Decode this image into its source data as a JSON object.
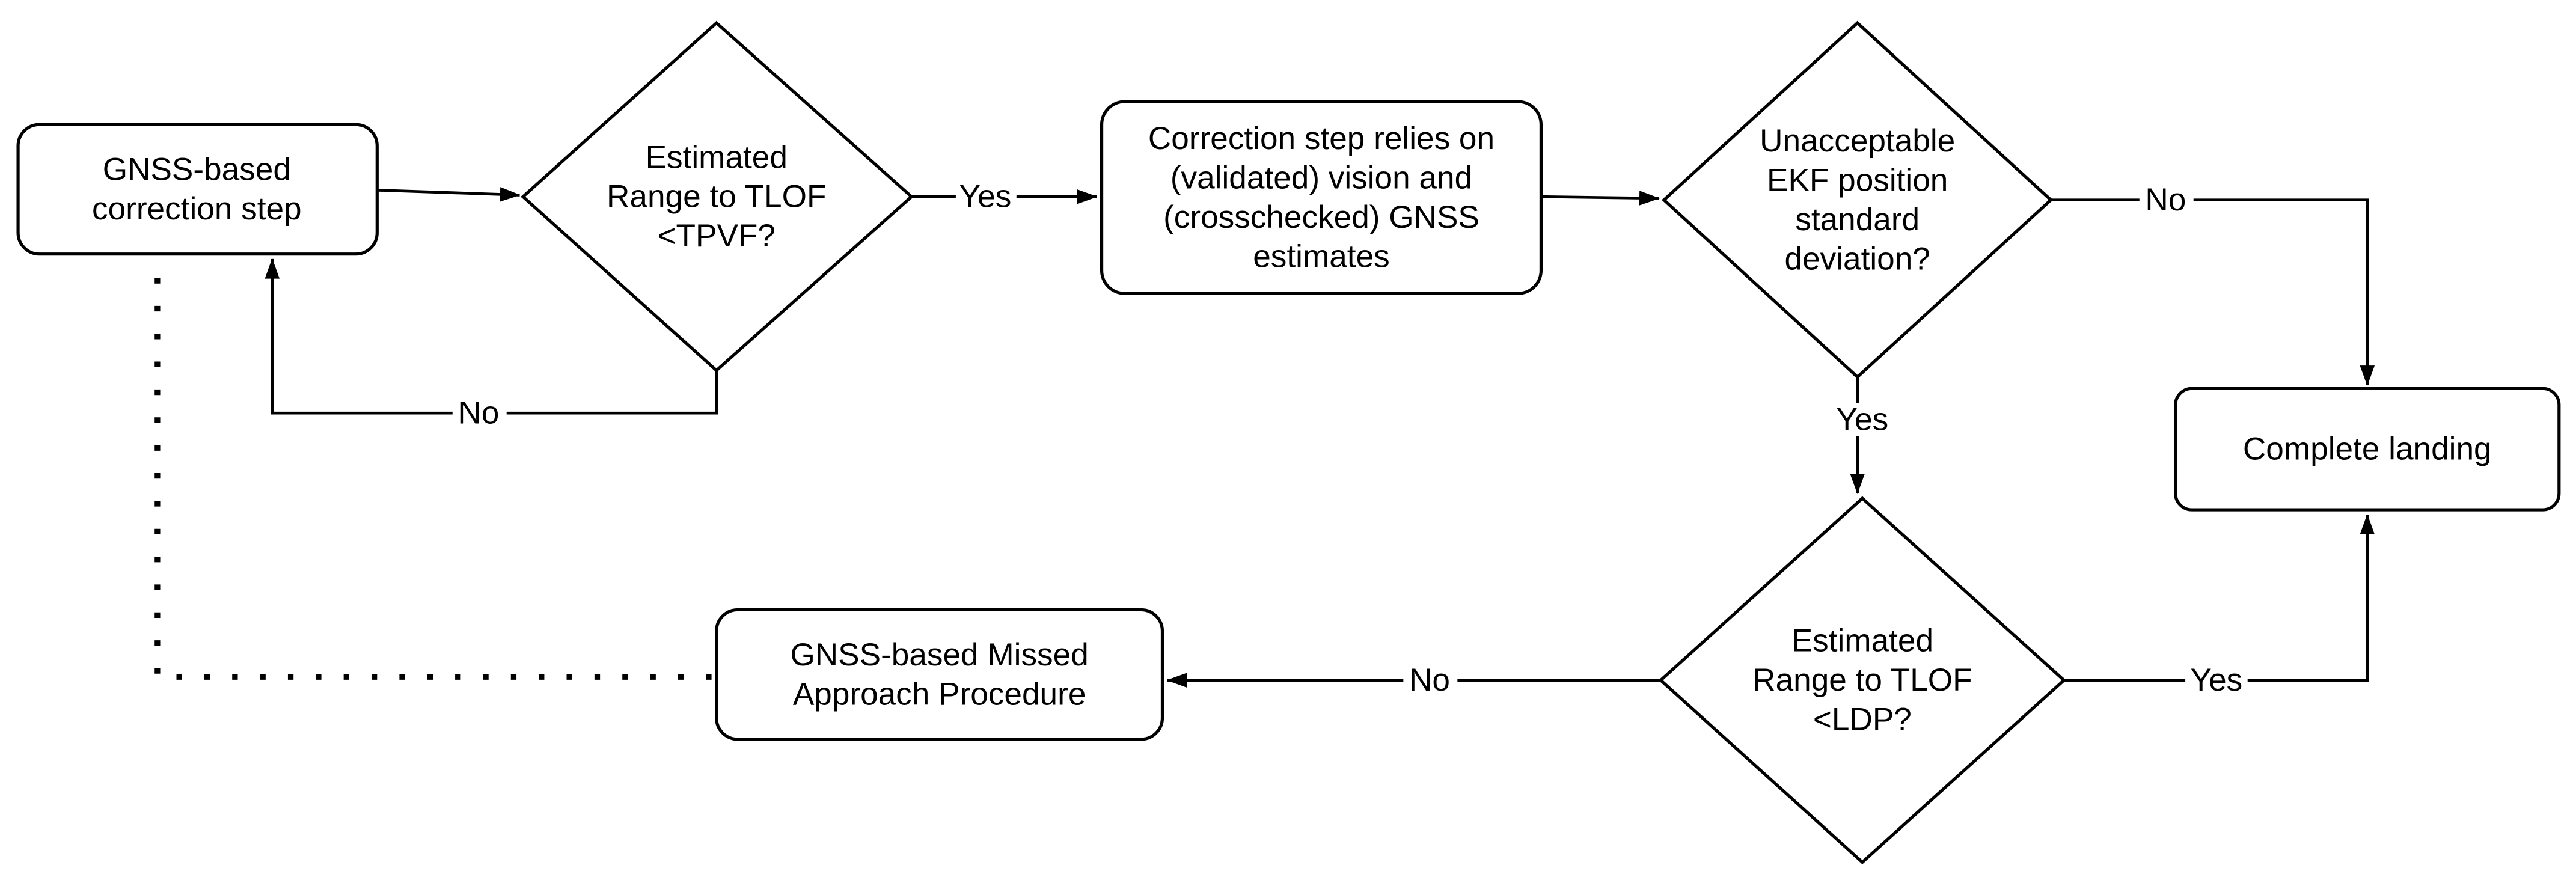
{
  "colors": {
    "background": "#ffffff",
    "shape_stroke": "#000000",
    "shape_fill": "#ffffff",
    "text": "#000000"
  },
  "nodes": {
    "gnss_correction_step": {
      "shape": "rounded-rect",
      "lines": [
        "GNSS-based",
        "correction step"
      ]
    },
    "range_tlof_tpvf": {
      "shape": "diamond",
      "lines": [
        "Estimated",
        "Range to TLOF",
        "<TPVF?"
      ]
    },
    "correction_relies": {
      "shape": "rounded-rect",
      "lines": [
        "Correction step relies on",
        "(validated) vision and",
        "(crosschecked) GNSS",
        "estimates"
      ]
    },
    "ekf_position_stddev": {
      "shape": "diamond",
      "lines": [
        "Unacceptable",
        "EKF position",
        "standard",
        "deviation?"
      ]
    },
    "complete_landing": {
      "shape": "rounded-rect",
      "lines": [
        "Complete landing"
      ]
    },
    "range_tlof_ldp": {
      "shape": "diamond",
      "lines": [
        "Estimated",
        "Range to TLOF",
        "<LDP?"
      ]
    },
    "missed_approach": {
      "shape": "rounded-rect",
      "lines": [
        "GNSS-based Missed",
        "Approach Procedure"
      ]
    }
  },
  "edge_labels": {
    "tpvf_yes": "Yes",
    "tpvf_no": "No",
    "ekf_no": "No",
    "ekf_yes": "Yes",
    "ldp_yes": "Yes",
    "ldp_no": "No"
  }
}
